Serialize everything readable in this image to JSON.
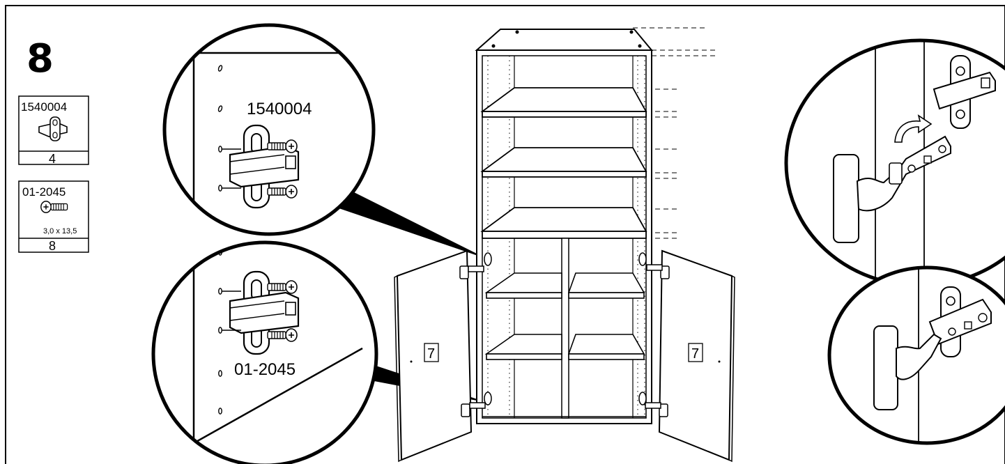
{
  "step_number": "8",
  "parts": [
    {
      "code": "1540004",
      "qty": "4",
      "icon": "hinge-plate-icon"
    },
    {
      "code": "01-2045",
      "qty": "8",
      "size": "3,0 x 13,5",
      "icon": "screw-icon"
    }
  ],
  "callouts": {
    "top": {
      "label": "1540004"
    },
    "bottom": {
      "label": "01-2045"
    }
  },
  "door_labels": {
    "left": "7",
    "right": "7"
  }
}
